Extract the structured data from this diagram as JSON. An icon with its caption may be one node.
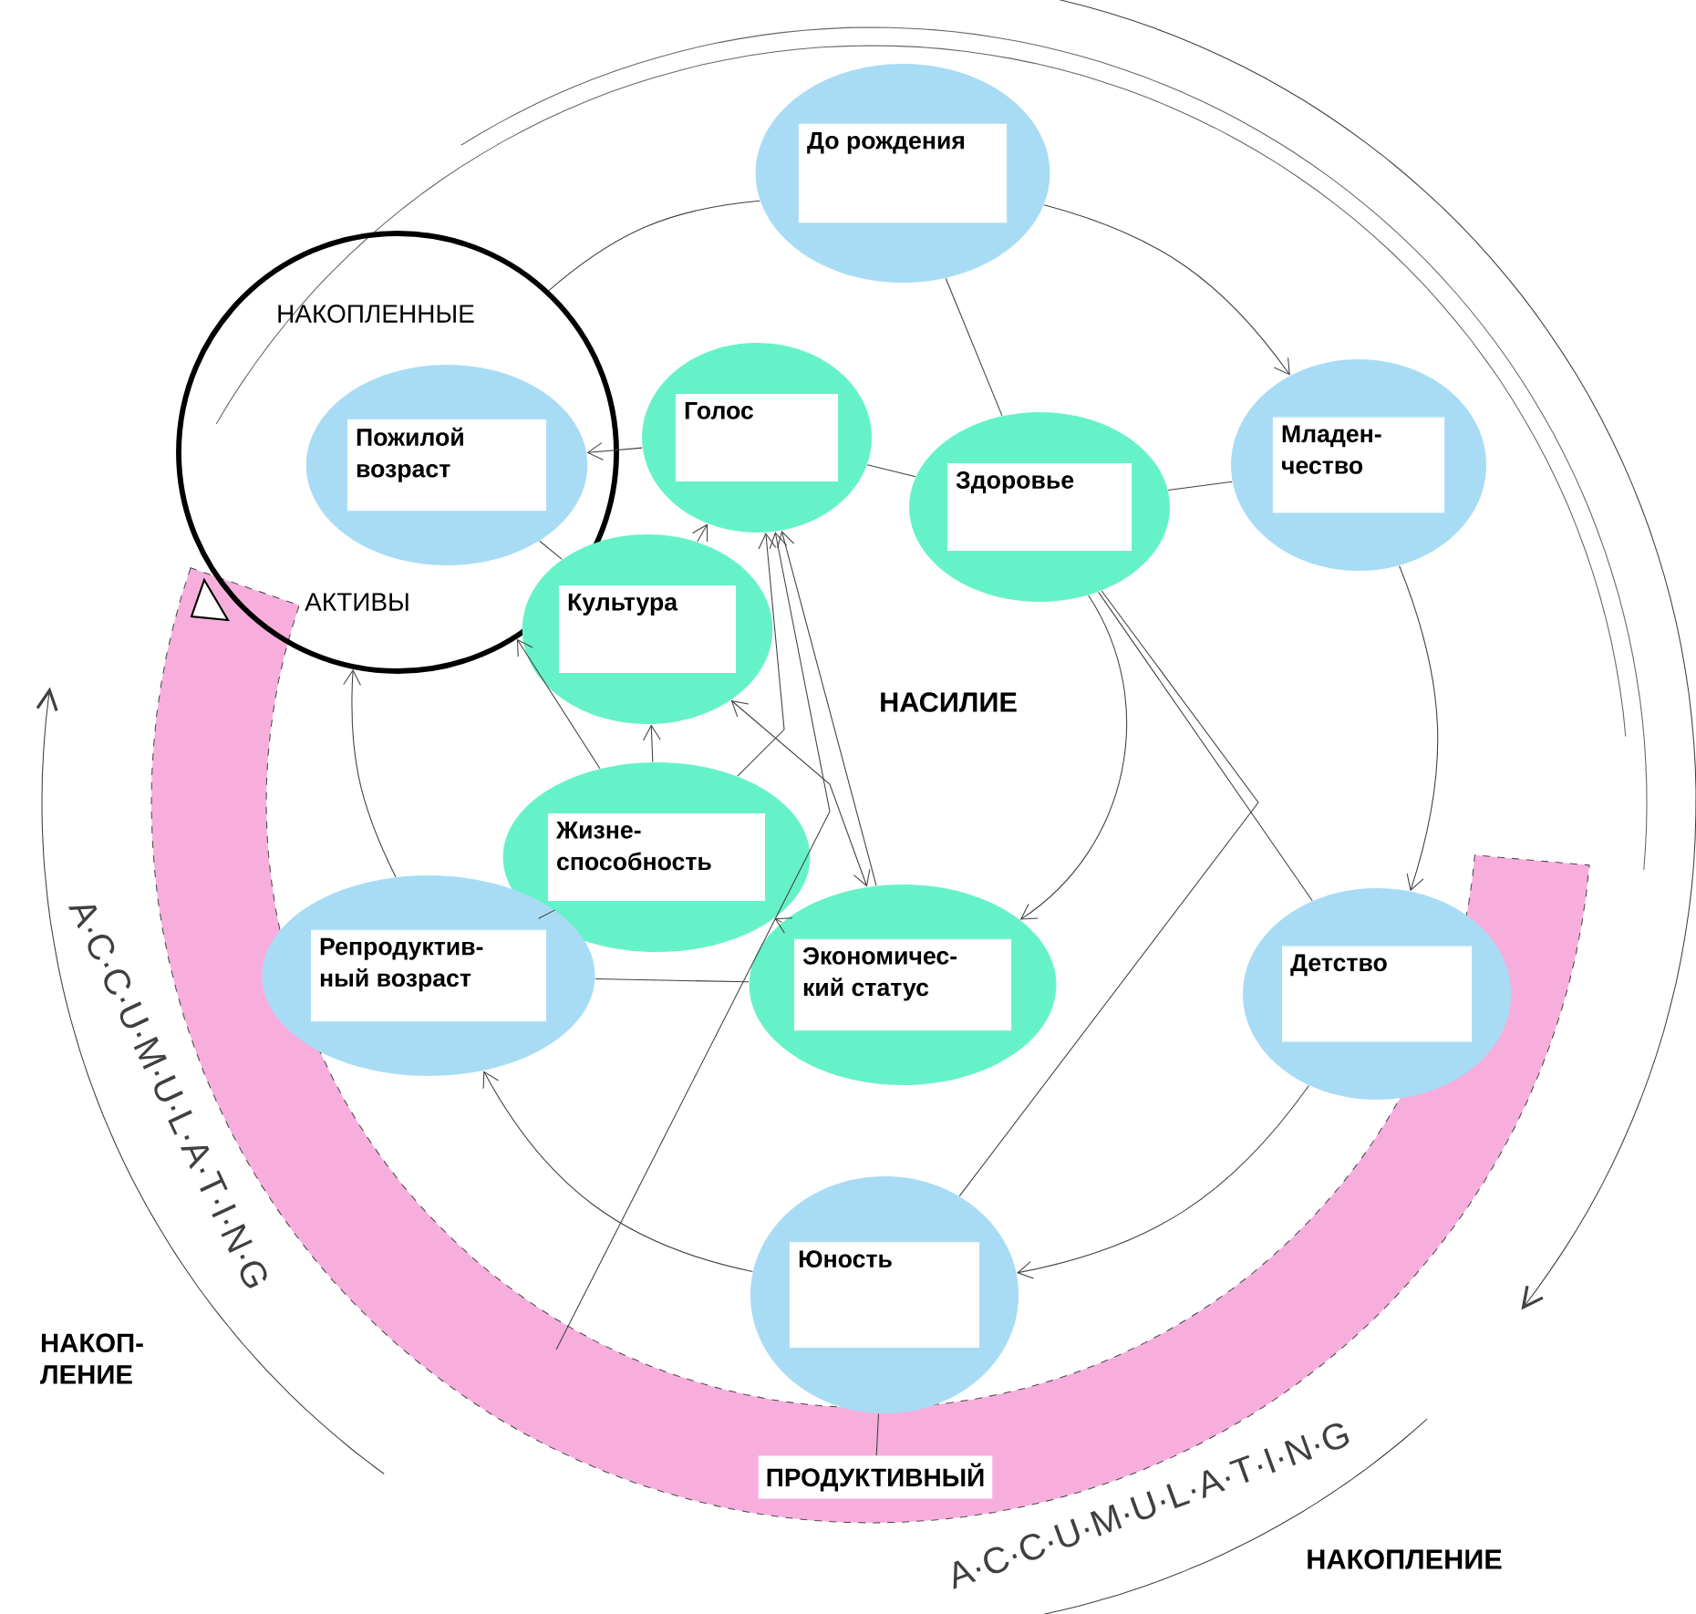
{
  "diagram": {
    "nodes": [
      {
        "text": [
          "До рождения"
        ]
      },
      {
        "text": [
          "НАКОПЛЕННЫЕ",
          "АКТИВЫ"
        ]
      },
      {
        "text": [
          "Пожилой возраст"
        ],
        "in": 1
      },
      {
        "text": [
          "Голос"
        ]
      },
      {
        "text": [
          "Младен- чество"
        ]
      },
      {
        "text": [
          "Здоровье"
        ]
      },
      {
        "text": [
          "Культура"
        ]
      },
      {
        "text": [
          "Жизне- способность"
        ]
      },
      {
        "text": [
          "Репродуктив- ный возраст"
        ]
      },
      {
        "text": [
          "Экономичес- кий статус"
        ]
      },
      {
        "text": [
          "Детство"
        ]
      },
      {
        "text": [
          "Юность"
        ]
      },
      {
        "text": [
          "ПРОДУКТИВНЫЙ"
        ]
      }
    ],
    "edges": [
      {
        "from": 0,
        "to": 4,
        "arrow": "to"
      },
      {
        "from": 4,
        "to": 10,
        "arrow": "to"
      },
      {
        "from": 10,
        "to": 11,
        "arrow": "to"
      },
      {
        "from": 11,
        "to": 8,
        "arrow": "to"
      },
      {
        "from": 8,
        "to": 1,
        "arrow": "to"
      },
      {
        "from": 0,
        "to": 1,
        "arrow": "none"
      },
      {
        "from": 3,
        "to": 2,
        "arrow": "to"
      },
      {
        "from": 3,
        "to": 5,
        "arrow": "none"
      },
      {
        "from": 0,
        "to": 5,
        "arrow": "none"
      },
      {
        "from": 5,
        "to": 4,
        "arrow": "none"
      },
      {
        "from": 5,
        "to": 10,
        "arrow": "none"
      },
      {
        "from": 5,
        "to": 9,
        "arrow": "to"
      },
      {
        "from": 6,
        "to": 3,
        "arrow": "to"
      },
      {
        "from": 2,
        "to": 6,
        "arrow": "none"
      },
      {
        "from": 7,
        "to": 6,
        "arrow": "to"
      },
      {
        "from": 7,
        "to": 3,
        "arrow": "to"
      },
      {
        "from": 9,
        "to": 3,
        "arrow": "to"
      },
      {
        "from": 9,
        "to": 6,
        "arrow": "both"
      },
      {
        "from": 9,
        "to": 7,
        "arrow": "to"
      },
      {
        "from": 7,
        "to": 1,
        "arrow": "to"
      },
      {
        "from": 8,
        "to": 9,
        "arrow": "none"
      },
      {
        "from": 8,
        "to": 7,
        "arrow": "none"
      },
      {
        "from": 11,
        "to": 5,
        "arrow": "none"
      },
      {
        "from": null,
        "to": 3,
        "arrow": "to"
      },
      {
        "from": 11,
        "to": 12,
        "arrow": "none"
      }
    ],
    "labels": [
      "НАСИЛИЕ",
      "A·C·C·U·M·U·L·A·T·I·N·G",
      "НАКОП- ЛЕНИЕ",
      "A·C·C·U·M·U·L·A·T·I·N·G",
      "НАКОПЛЕНИЕ"
    ]
  }
}
